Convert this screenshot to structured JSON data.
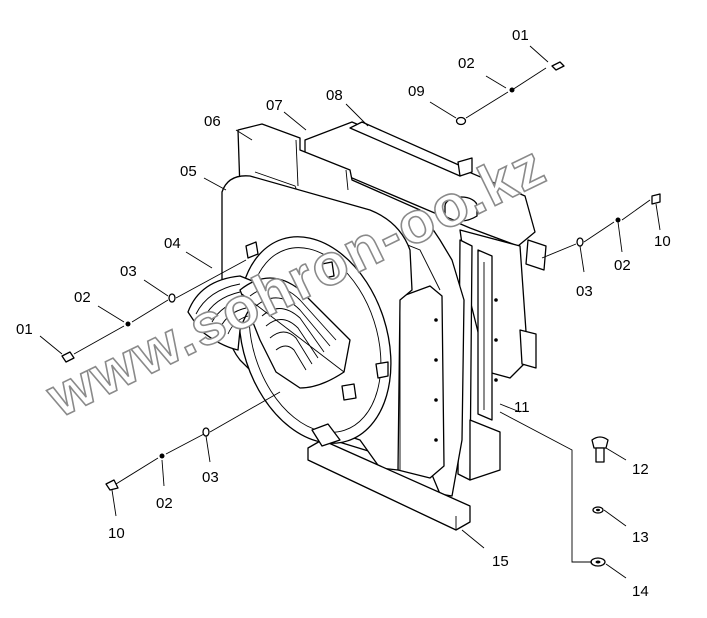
{
  "watermark": "www.sohron-oo.kz",
  "callouts": {
    "c01_top": "01",
    "c02_top": "02",
    "c09": "09",
    "c08": "08",
    "c07": "07",
    "c06": "06",
    "c05": "05",
    "c04": "04",
    "c03_left": "03",
    "c02_left": "02",
    "c01_left": "01",
    "c10_right": "10",
    "c02_right": "02",
    "c03_right": "03",
    "c11": "11",
    "c12": "12",
    "c13": "13",
    "c14": "14",
    "c15": "15",
    "c03_bottom": "03",
    "c02_bottom": "02",
    "c10_bottom": "10"
  }
}
